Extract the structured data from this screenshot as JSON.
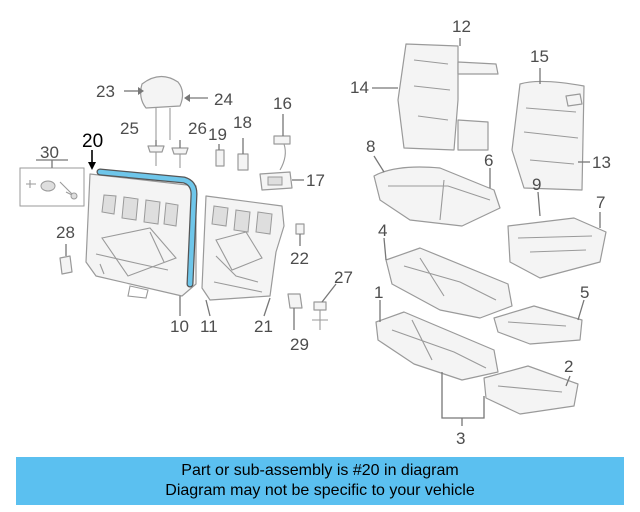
{
  "callouts": {
    "c1": "1",
    "c2": "2",
    "c3": "3",
    "c4": "4",
    "c5": "5",
    "c6": "6",
    "c7": "7",
    "c8": "8",
    "c9": "9",
    "c10": "10",
    "c11": "11",
    "c12": "12",
    "c13": "13",
    "c14": "14",
    "c15": "15",
    "c16": "16",
    "c17": "17",
    "c18": "18",
    "c19": "19",
    "c20": "20",
    "c21": "21",
    "c22": "22",
    "c23": "23",
    "c24": "24",
    "c25": "25",
    "c26": "26",
    "c27": "27",
    "c28": "28",
    "c29": "29",
    "c30": "30"
  },
  "highlight": {
    "part_number": "20",
    "color": "#6ec6ea"
  },
  "banner": {
    "line1": "Part or sub-assembly is #20 in diagram",
    "line2": "Diagram may not be specific to your vehicle",
    "background": "#5bc0f0"
  }
}
